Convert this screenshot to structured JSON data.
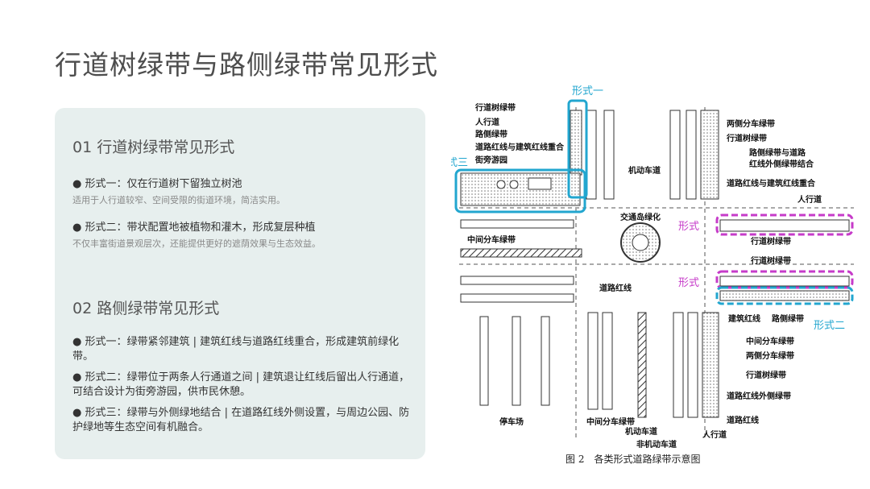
{
  "title": "行道树绿带与路侧绿带常见形式",
  "sections": [
    {
      "heading": "01 行道树绿带常见形式",
      "items": [
        {
          "head": "● 形式一：仅在行道树下留独立树池",
          "desc": "适用于人行道较窄、空间受限的街道环境，简洁实用。"
        },
        {
          "head": "● 形式二：带状配置地被植物和灌木，形成复层种植",
          "desc": "不仅丰富街道景观层次，还能提供更好的遮荫效果与生态效益。"
        }
      ]
    },
    {
      "heading": "02 路侧绿带常见形式",
      "items": [
        {
          "head": "● 形式一：绿带紧邻建筑 | 建筑红线与道路红线重合，形成建筑前绿化带。",
          "desc": ""
        },
        {
          "head": "● 形式二：绿带位于两条人行通道之间 | 建筑退让红线后留出人行通道，可结合设计为街旁游园，供市民休憩。",
          "desc": ""
        },
        {
          "head": "● 形式三：绿带与外侧绿地结合 | 在道路红线外侧设置，与周边公园、防护绿地等生态空间有机融合。",
          "desc": ""
        }
      ]
    }
  ],
  "figure": {
    "caption": "图 2　各类形式道路绿带示意图",
    "labels_left": [
      "行道树绿带",
      "人行道",
      "路侧绿带",
      "道路红线与建筑红线重合",
      "街旁游园"
    ],
    "labels_right_top": [
      "两侧分车绿带",
      "行道树绿带",
      "路侧绿带与道路",
      "红线外侧绿带结合",
      "道路红线与建筑红线重合",
      "人行道"
    ],
    "labels_right_mid": [
      "行道树绿带",
      "行道树绿带"
    ],
    "labels_right_bottom": [
      "建筑红线",
      "路侧绿带",
      "中间分车绿带",
      "两侧分车绿带",
      "行道树绿带",
      "道路红线外侧绿带",
      "道路红线",
      "人行道"
    ],
    "labels_bottom": [
      "停车场",
      "中间分车绿带",
      "机动车道",
      "非机动车道"
    ],
    "label_motorway": "机动车道",
    "label_island": "交通岛绿化",
    "label_median": "中间分车绿带",
    "label_redline": "道路红线",
    "markers": {
      "form1": "形式一",
      "form2": "形式二",
      "form3": "形式三",
      "formM": "形式",
      "formM2": "形式"
    },
    "colors": {
      "cyan": "#22a6cf",
      "magenta": "#c63bc9"
    }
  }
}
